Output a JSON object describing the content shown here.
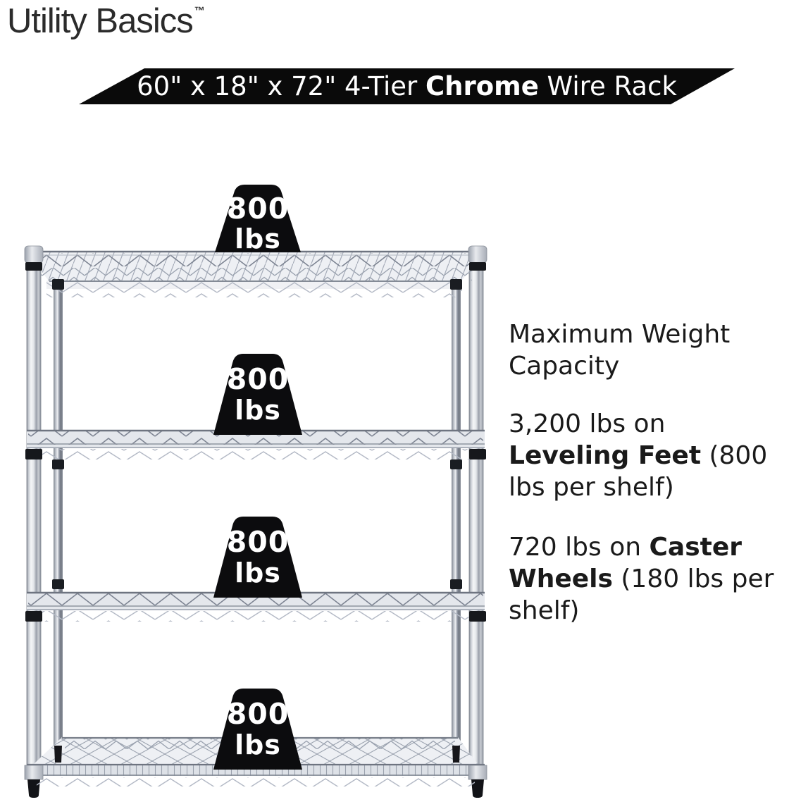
{
  "brand": {
    "name": "Utility Basics",
    "trademark": "™"
  },
  "banner": {
    "size_text": "60\" x 18\" x 72\" 4-Tier ",
    "highlight": "Chrome",
    "suffix": " Wire Rack",
    "bg_color": "#0a0a0a",
    "fg_color": "#ffffff"
  },
  "capacity_badges": [
    {
      "value": "800",
      "unit": "lbs"
    },
    {
      "value": "800",
      "unit": "lbs"
    },
    {
      "value": "800",
      "unit": "lbs"
    },
    {
      "value": "800",
      "unit": "lbs"
    }
  ],
  "info": {
    "heading": "Maximum Weight Capacity",
    "p1": {
      "pre": "3,200 lbs on ",
      "bold": "Leveling Feet",
      "post": " (800 lbs per shelf)"
    },
    "p2": {
      "pre": "720 lbs on ",
      "bold": "Caster Wheels",
      "post": " (180 lbs per shelf)"
    }
  },
  "colors": {
    "badge_bg": "#0c0c0e",
    "badge_fg": "#ffffff",
    "text": "#1a1a1a",
    "chrome_light": "#f0f1f4",
    "chrome_dark": "#7d8492"
  }
}
